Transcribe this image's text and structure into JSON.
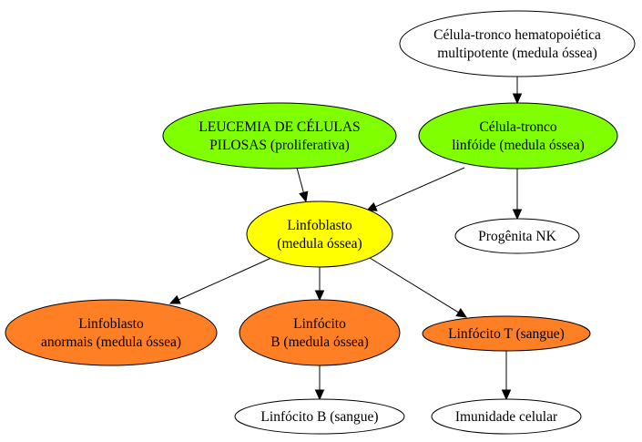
{
  "diagram": {
    "nodes": [
      {
        "id": "hsc",
        "lines": [
          "Célula-tronco hematopoiética",
          "multipotente (medula óssea)"
        ],
        "fill": "#ffffff"
      },
      {
        "id": "hairy",
        "lines": [
          "LEUCEMIA DE CÉLULAS",
          "PILOSAS (proliferativa)"
        ],
        "fill": "#7fff00"
      },
      {
        "id": "clp",
        "lines": [
          "Célula-tronco",
          "linfóide (medula óssea)"
        ],
        "fill": "#7fff00"
      },
      {
        "id": "lymphoblast",
        "lines": [
          "Linfoblasto",
          "(medula óssea)"
        ],
        "fill": "#ffff00"
      },
      {
        "id": "nk",
        "lines": [
          "Progênita NK"
        ],
        "fill": "#ffffff"
      },
      {
        "id": "abnormal",
        "lines": [
          "Linfoblasto",
          "anormais (medula óssea)"
        ],
        "fill": "#ff7f24"
      },
      {
        "id": "bcell",
        "lines": [
          "Linfócito",
          "B (medula óssea)"
        ],
        "fill": "#ff7f24"
      },
      {
        "id": "tcell",
        "lines": [
          "Linfócito T (sangue)"
        ],
        "fill": "#ff7f24"
      },
      {
        "id": "bblood",
        "lines": [
          "Linfócito B (sangue)"
        ],
        "fill": "#ffffff"
      },
      {
        "id": "immunity",
        "lines": [
          "Imunidade celular"
        ],
        "fill": "#ffffff"
      }
    ],
    "edges": [
      {
        "from": "hsc",
        "to": "clp"
      },
      {
        "from": "hairy",
        "to": "lymphoblast"
      },
      {
        "from": "clp",
        "to": "lymphoblast"
      },
      {
        "from": "clp",
        "to": "nk"
      },
      {
        "from": "lymphoblast",
        "to": "abnormal"
      },
      {
        "from": "lymphoblast",
        "to": "bcell"
      },
      {
        "from": "lymphoblast",
        "to": "tcell"
      },
      {
        "from": "bcell",
        "to": "bblood"
      },
      {
        "from": "tcell",
        "to": "immunity"
      }
    ]
  }
}
